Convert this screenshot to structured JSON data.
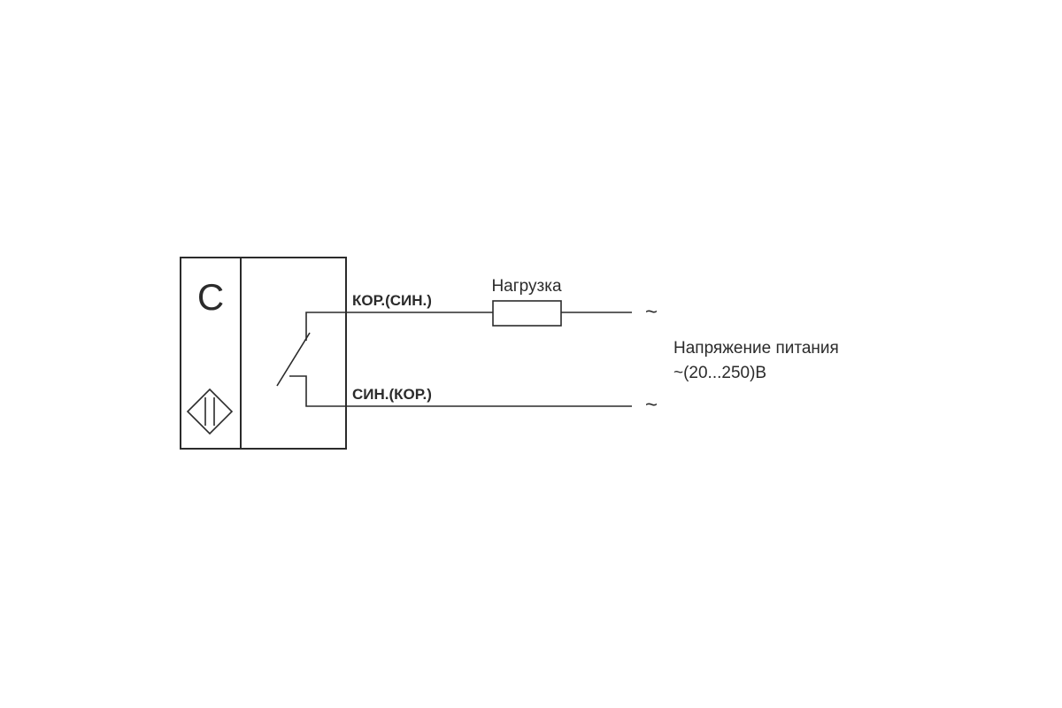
{
  "sensor": {
    "type_letter": "C"
  },
  "wires": {
    "top_label": "КОР.(СИН.)",
    "bottom_label": "СИН.(КОР.)"
  },
  "load": {
    "label": "Нагрузка"
  },
  "supply": {
    "line1": "Напряжение питания",
    "line2": "~(20...250)В",
    "terminal_top": "~",
    "terminal_bottom": "~"
  }
}
